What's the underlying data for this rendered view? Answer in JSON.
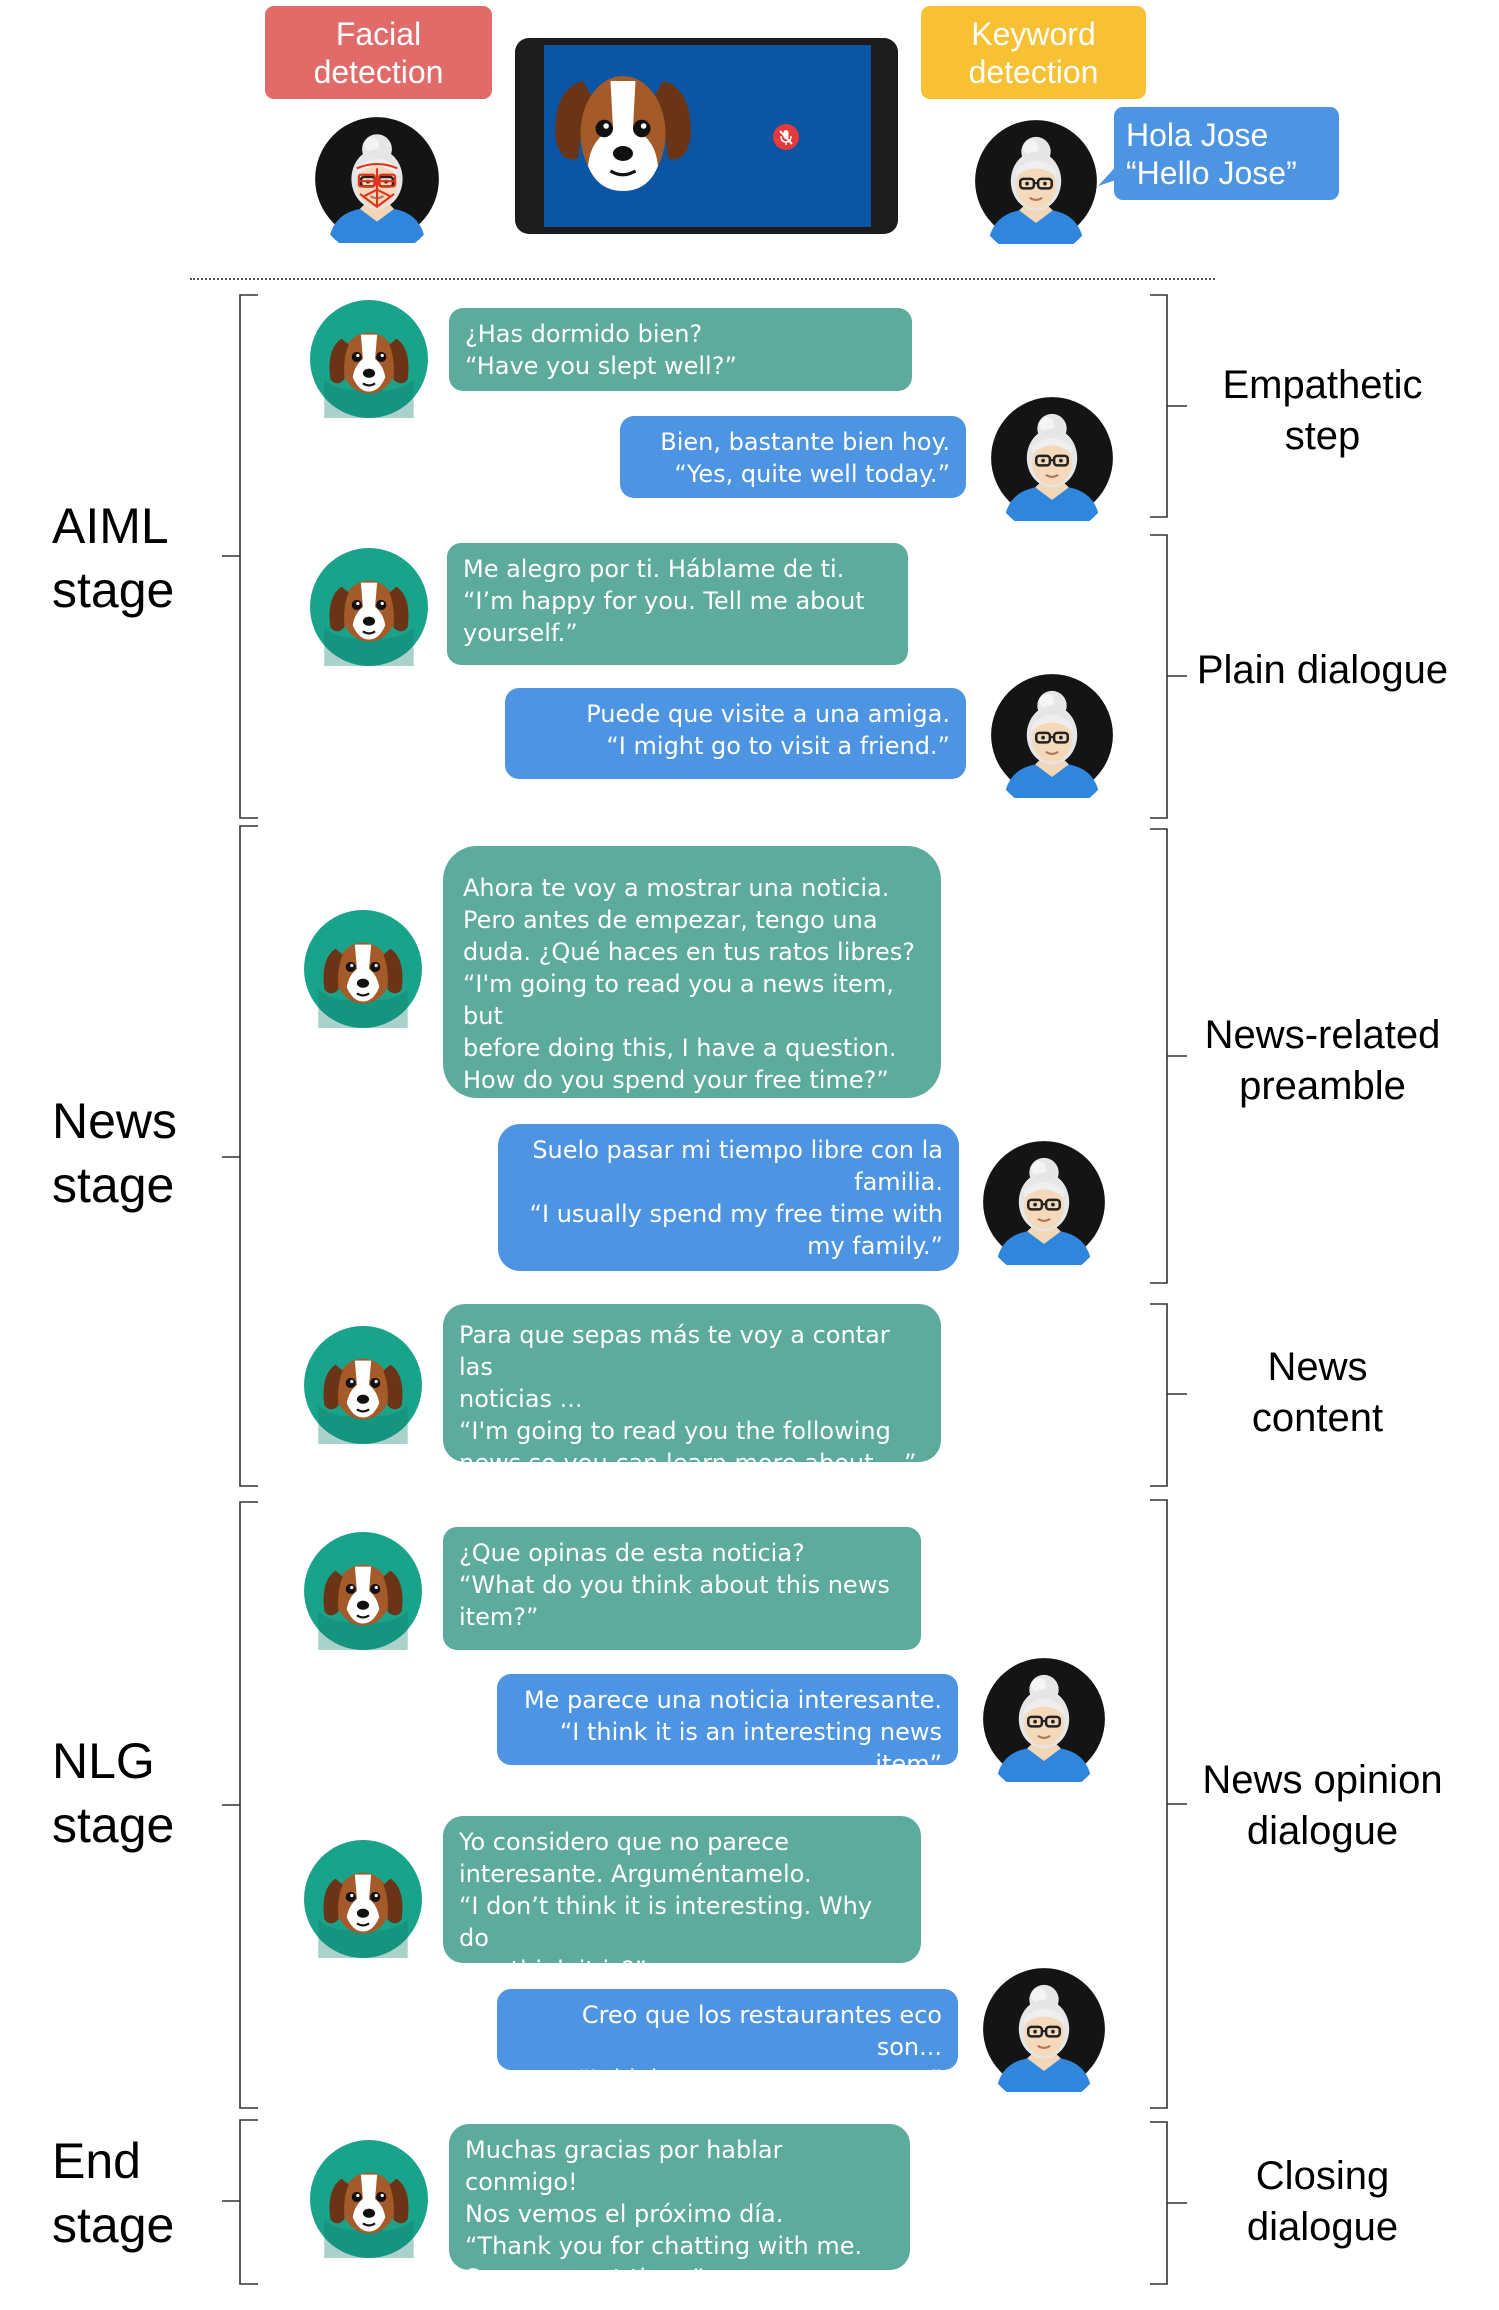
{
  "header": {
    "facial_label": "Facial\ndetection",
    "keyword_label": "Keyword\ndetection",
    "greeting_bubble": "Hola Jose\n“Hello Jose”",
    "colors": {
      "facial": "#e16b69",
      "keyword": "#f8c033",
      "tablet_screen": "#0a55a4"
    }
  },
  "stages": [
    "AIML\nstage",
    "News\nstage",
    "NLG\nstage",
    "End\nstage"
  ],
  "steps": [
    "Empathetic\nstep",
    "Plain dialogue",
    "News-related\npreamble",
    "News\ncontent",
    "News opinion\ndialogue",
    "Closing\ndialogue"
  ],
  "messages": [
    {
      "speaker": "robot",
      "text": "¿Has dormido bien?\n“Have you slept well?”"
    },
    {
      "speaker": "user",
      "text": "Bien, bastante bien hoy.\n“Yes, quite well today.”"
    },
    {
      "speaker": "robot",
      "text": "Me alegro por ti. Háblame de ti.\n“I’m happy for you. Tell me about\nyourself.”"
    },
    {
      "speaker": "user",
      "text": "Puede que visite a una amiga.\n“I might go to visit a friend.”"
    },
    {
      "speaker": "robot",
      "text": "Ahora te voy a mostrar una noticia.\nPero antes de empezar, tengo una\nduda. ¿Qué haces en tus ratos libres?\n“I'm going to read you a news item, but\nbefore doing this, I have a question.\nHow do you spend your free time?”"
    },
    {
      "speaker": "user",
      "text": "Suelo pasar mi tiempo libre con la\nfamilia.\n“I usually spend my free time with\nmy family.”"
    },
    {
      "speaker": "robot",
      "text": "Para que sepas más te voy a contar las\nnoticias ...\n“I'm going to read you the following\nnews so you can learn more about ...”"
    },
    {
      "speaker": "robot",
      "text": "¿Que opinas de esta noticia?\n“What do you think about this news\nitem?”"
    },
    {
      "speaker": "user",
      "text": "Me parece una noticia interesante.\n“I think it is an interesting news item”"
    },
    {
      "speaker": "robot",
      "text": "Yo considero que no parece\ninteresante. Arguméntamelo.\n“I don’t think it is interesting. Why do\nyou think it is?”"
    },
    {
      "speaker": "user",
      "text": "Creo que los restaurantes eco son...\n“I think eco restaurants are...”"
    },
    {
      "speaker": "robot",
      "text": "Muchas gracias por hablar conmigo!\nNos vemos el próximo día.\n“Thank you for chatting with me.\nSee you next time.”"
    }
  ],
  "colors": {
    "robot_bubble": "#5cab9c",
    "user_bubble": "#4d95e2",
    "robot_avatar": "#1aa38b",
    "user_shirt": "#2f86dc"
  }
}
